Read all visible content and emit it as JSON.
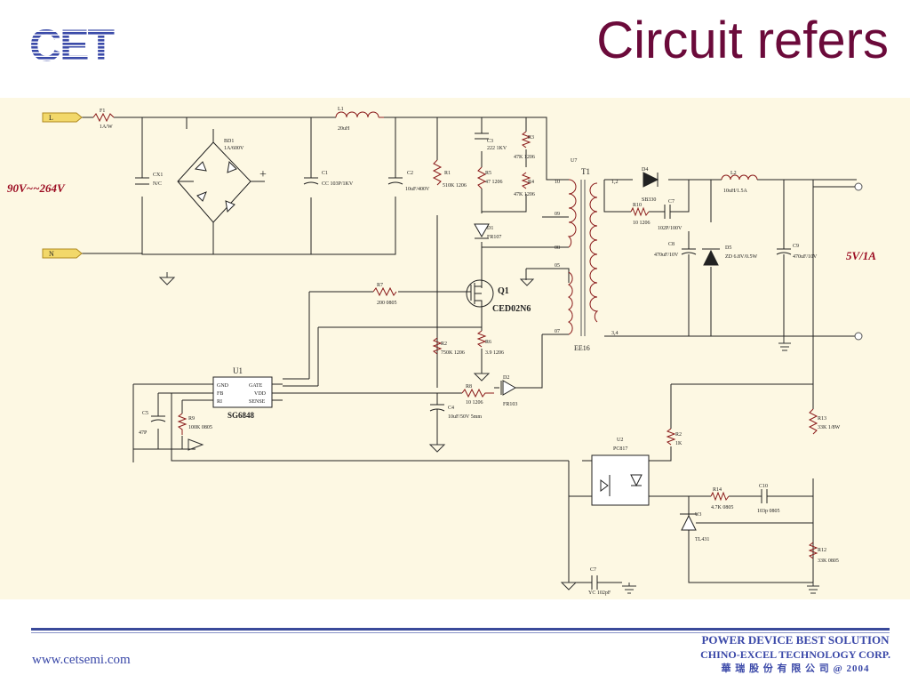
{
  "header": {
    "logo_text": "CET",
    "title": "Circuit refers",
    "colors": {
      "title": "#6b0a3a",
      "logo": "#3a4aa8",
      "accent": "#3a48a8"
    }
  },
  "schematic": {
    "input_label": "90V~~264V",
    "output_label": "5V/1A",
    "terminals": {
      "line": "L",
      "neutral": "N"
    },
    "components": {
      "F1": {
        "ref": "F1",
        "value": "1A/W"
      },
      "CX1": {
        "ref": "CX1",
        "value": "N/C"
      },
      "BD1": {
        "ref": "BD1",
        "value": "1A/600V"
      },
      "L1": {
        "ref": "L1",
        "value": "20uH"
      },
      "C1": {
        "ref": "C1",
        "value": "CC 103P/1KV"
      },
      "C2": {
        "ref": "C2",
        "value": "10uF/400V"
      },
      "R1": {
        "ref": "R1",
        "value": "510K 1206"
      },
      "C3": {
        "ref": "C3",
        "value": "222 1KV"
      },
      "R3": {
        "ref": "R3",
        "value": "47K 1206"
      },
      "R4": {
        "ref": "R4",
        "value": "47K 1206"
      },
      "R5": {
        "ref": "R5",
        "value": "47 1206"
      },
      "D1": {
        "ref": "D1",
        "value": "FR107"
      },
      "T1": {
        "ref": "T1",
        "core": "EE16",
        "pin_labels": [
          "10",
          "09",
          "08",
          "05",
          "07",
          "1,2",
          "3,4"
        ]
      },
      "U7": {
        "ref": "U7"
      },
      "Q1": {
        "ref": "Q1",
        "value": "CED02N6"
      },
      "R7": {
        "ref": "R7",
        "value": "200 0805"
      },
      "R2": {
        "ref": "R2",
        "value": "750K 1206"
      },
      "R6": {
        "ref": "R6",
        "value": "3.9 1206"
      },
      "R8": {
        "ref": "R8",
        "value": "10 1206"
      },
      "D2": {
        "ref": "D2",
        "value": "FR103"
      },
      "C4": {
        "ref": "C4",
        "value": "10uF/50V 5mm"
      },
      "U1": {
        "ref": "U1",
        "value": "SG6848",
        "pins_left": [
          "GND",
          "FB",
          "RI"
        ],
        "pins_right": [
          "GATE",
          "VDD",
          "SENSE"
        ]
      },
      "C5": {
        "ref": "C5",
        "value": "47P"
      },
      "R9": {
        "ref": "R9",
        "value": "100K 0805"
      },
      "D4": {
        "ref": "D4",
        "value": "SB330"
      },
      "R10": {
        "ref": "R10",
        "value": "10 1206"
      },
      "C7a": {
        "ref": "C7",
        "value": "102P/100V"
      },
      "C8": {
        "ref": "C8",
        "value": "470uF/10V"
      },
      "D5": {
        "ref": "D5",
        "value": "ZD 6.8V/0.5W"
      },
      "L2": {
        "ref": "L2",
        "value": "10uH/1.5A"
      },
      "C9": {
        "ref": "C9",
        "value": "470uF/10V"
      },
      "U2": {
        "ref": "U2",
        "value": "PC817"
      },
      "R_U2": {
        "ref": "R2",
        "value": "1K"
      },
      "R13": {
        "ref": "R13",
        "value": "33K 1/8W"
      },
      "R14": {
        "ref": "R14",
        "value": "4.7K 0805"
      },
      "C10": {
        "ref": "C10",
        "value": "103p 0805"
      },
      "U3": {
        "ref": "U3",
        "value": "TL431"
      },
      "R12": {
        "ref": "R12",
        "value": "33K 0805"
      },
      "C7b": {
        "ref": "C7",
        "value": "YC 102pF"
      }
    }
  },
  "footer": {
    "website": "www.cetsemi.com",
    "line1": "POWER DEVICE BEST SOLUTION",
    "line2": "CHINO-EXCEL TECHNOLOGY CORP.",
    "line3": "華 瑞 股 份 有 限 公 司 @ 2004"
  }
}
